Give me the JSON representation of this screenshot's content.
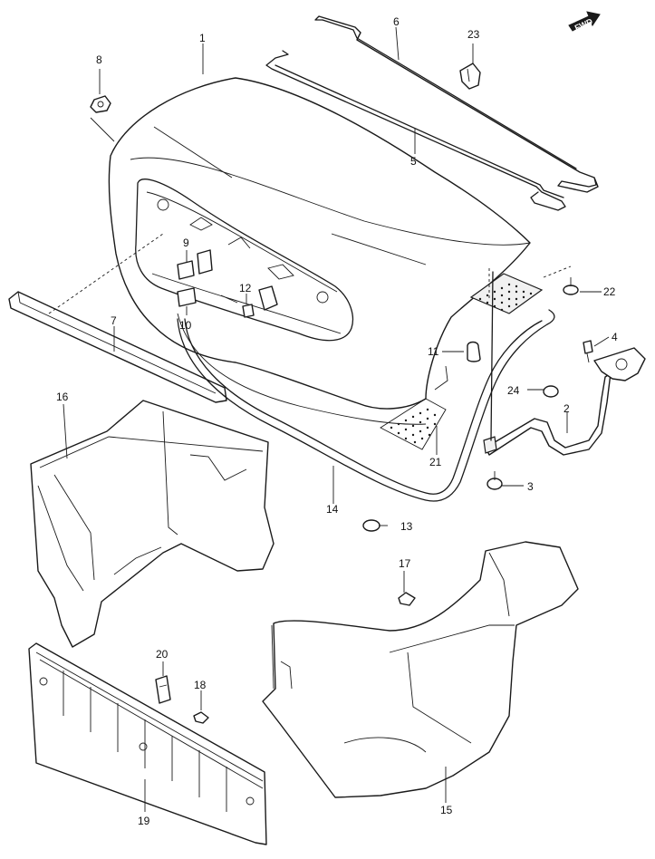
{
  "fwd_label": "FWD",
  "callouts": [
    {
      "id": "p1",
      "text": "1"
    },
    {
      "id": "p2",
      "text": "2"
    },
    {
      "id": "p3",
      "text": "3"
    },
    {
      "id": "p4",
      "text": "4"
    },
    {
      "id": "p5",
      "text": "5"
    },
    {
      "id": "p6",
      "text": "6"
    },
    {
      "id": "p7",
      "text": "7"
    },
    {
      "id": "p8",
      "text": "8"
    },
    {
      "id": "p9",
      "text": "9"
    },
    {
      "id": "p10",
      "text": "10"
    },
    {
      "id": "p11",
      "text": "11"
    },
    {
      "id": "p12",
      "text": "12"
    },
    {
      "id": "p13",
      "text": "13"
    },
    {
      "id": "p14",
      "text": "14"
    },
    {
      "id": "p15",
      "text": "15"
    },
    {
      "id": "p16",
      "text": "16"
    },
    {
      "id": "p17",
      "text": "17"
    },
    {
      "id": "p18",
      "text": "18"
    },
    {
      "id": "p19",
      "text": "19"
    },
    {
      "id": "p20",
      "text": "20"
    },
    {
      "id": "p21",
      "text": "21"
    },
    {
      "id": "p22",
      "text": "22"
    },
    {
      "id": "p23",
      "text": "23"
    },
    {
      "id": "p24",
      "text": "24"
    }
  ]
}
